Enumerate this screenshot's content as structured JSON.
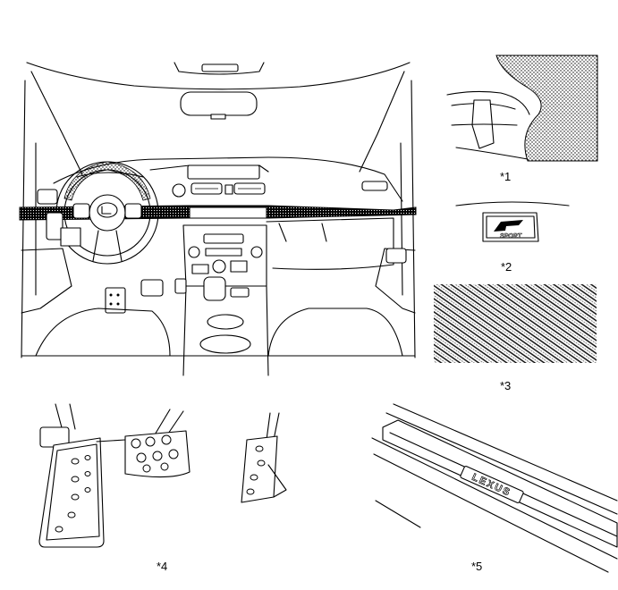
{
  "labels": {
    "l1": "*1",
    "l2": "*2",
    "l3": "*3",
    "l4": "*4",
    "l5": "*5"
  },
  "emblem": {
    "badge_text": "SPORT",
    "sill_text": "LEXUS"
  },
  "colors": {
    "line": "#000000",
    "background": "#ffffff"
  }
}
